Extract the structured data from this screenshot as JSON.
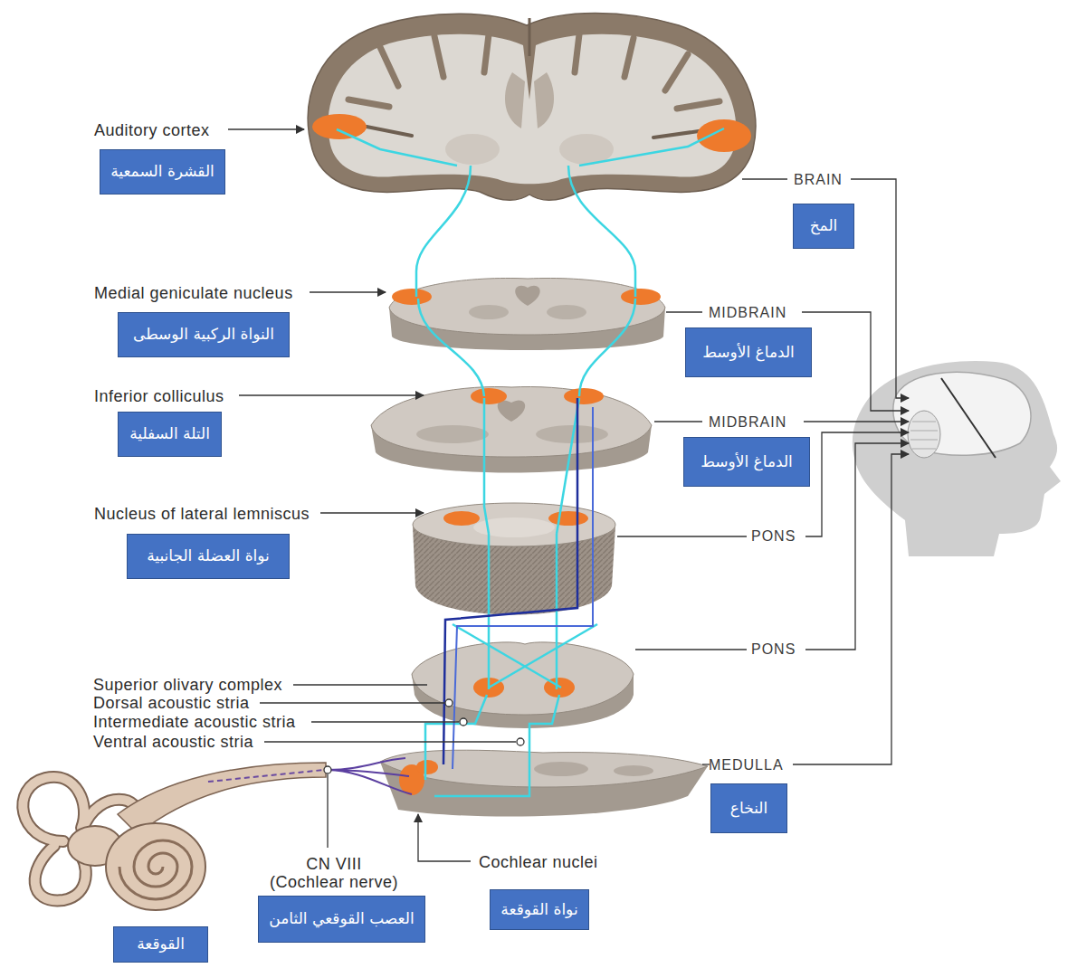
{
  "diagram": {
    "nodes": [
      {
        "text": [
          "Auditory cortex",
          "القشرة السمعية"
        ]
      },
      {
        "text": [
          "BRAIN",
          "المخ"
        ]
      },
      {
        "text": [
          "Medial geniculate nucleus",
          "النواة الركبية الوسطى"
        ]
      },
      {
        "text": [
          "MIDBRAIN",
          "الدماغ الأوسط"
        ]
      },
      {
        "text": [
          "Inferior colliculus",
          "التلة السفلية"
        ]
      },
      {
        "text": [
          "MIDBRAIN",
          "الدماغ الأوسط"
        ]
      },
      {
        "text": [
          "Nucleus of lateral lemniscus",
          "نواة العضلة الجانبية"
        ]
      },
      {
        "text": [
          "MEDULLA",
          "النخاع"
        ]
      },
      {
        "text": [
          "CN VIII (Cochlear nerve)",
          "العصب القوقعي الثامن"
        ]
      },
      {
        "text": [
          "Cochlear nuclei",
          "نواة القوقعة"
        ]
      },
      {
        "text": [
          "القوقعة"
        ]
      }
    ],
    "labels": [
      "PONS",
      "PONS",
      "Superior olivary complex",
      "Dorsal acoustic stria",
      "Intermediate acoustic stria",
      "Ventral acoustic stria"
    ]
  }
}
